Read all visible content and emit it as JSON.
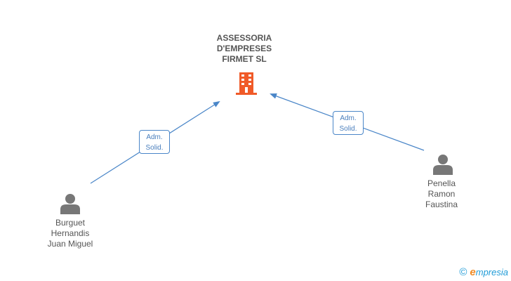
{
  "company": {
    "name_lines": [
      "ASSESSORIA",
      "D'EMPRESES",
      "FIRMET SL"
    ],
    "icon": "building-icon",
    "color": "#f05a28"
  },
  "people": [
    {
      "name_lines": [
        "Burguet",
        "Hernandis",
        "Juan Miguel"
      ],
      "icon": "person-icon"
    },
    {
      "name_lines": [
        "Penella",
        "Ramon",
        "Faustina"
      ],
      "icon": "person-icon"
    }
  ],
  "relations": [
    {
      "from": "Burguet Hernandis Juan Miguel",
      "to": "ASSESSORIA D'EMPRESES FIRMET SL",
      "label_lines": [
        "Adm.",
        "Solid."
      ]
    },
    {
      "from": "Penella Ramon Faustina",
      "to": "ASSESSORIA D'EMPRESES FIRMET SL",
      "label_lines": [
        "Adm.",
        "Solid."
      ]
    }
  ],
  "edge_color": "#4a86c8",
  "brand": {
    "copyright": "©",
    "initial": "e",
    "name": "mpresia"
  }
}
